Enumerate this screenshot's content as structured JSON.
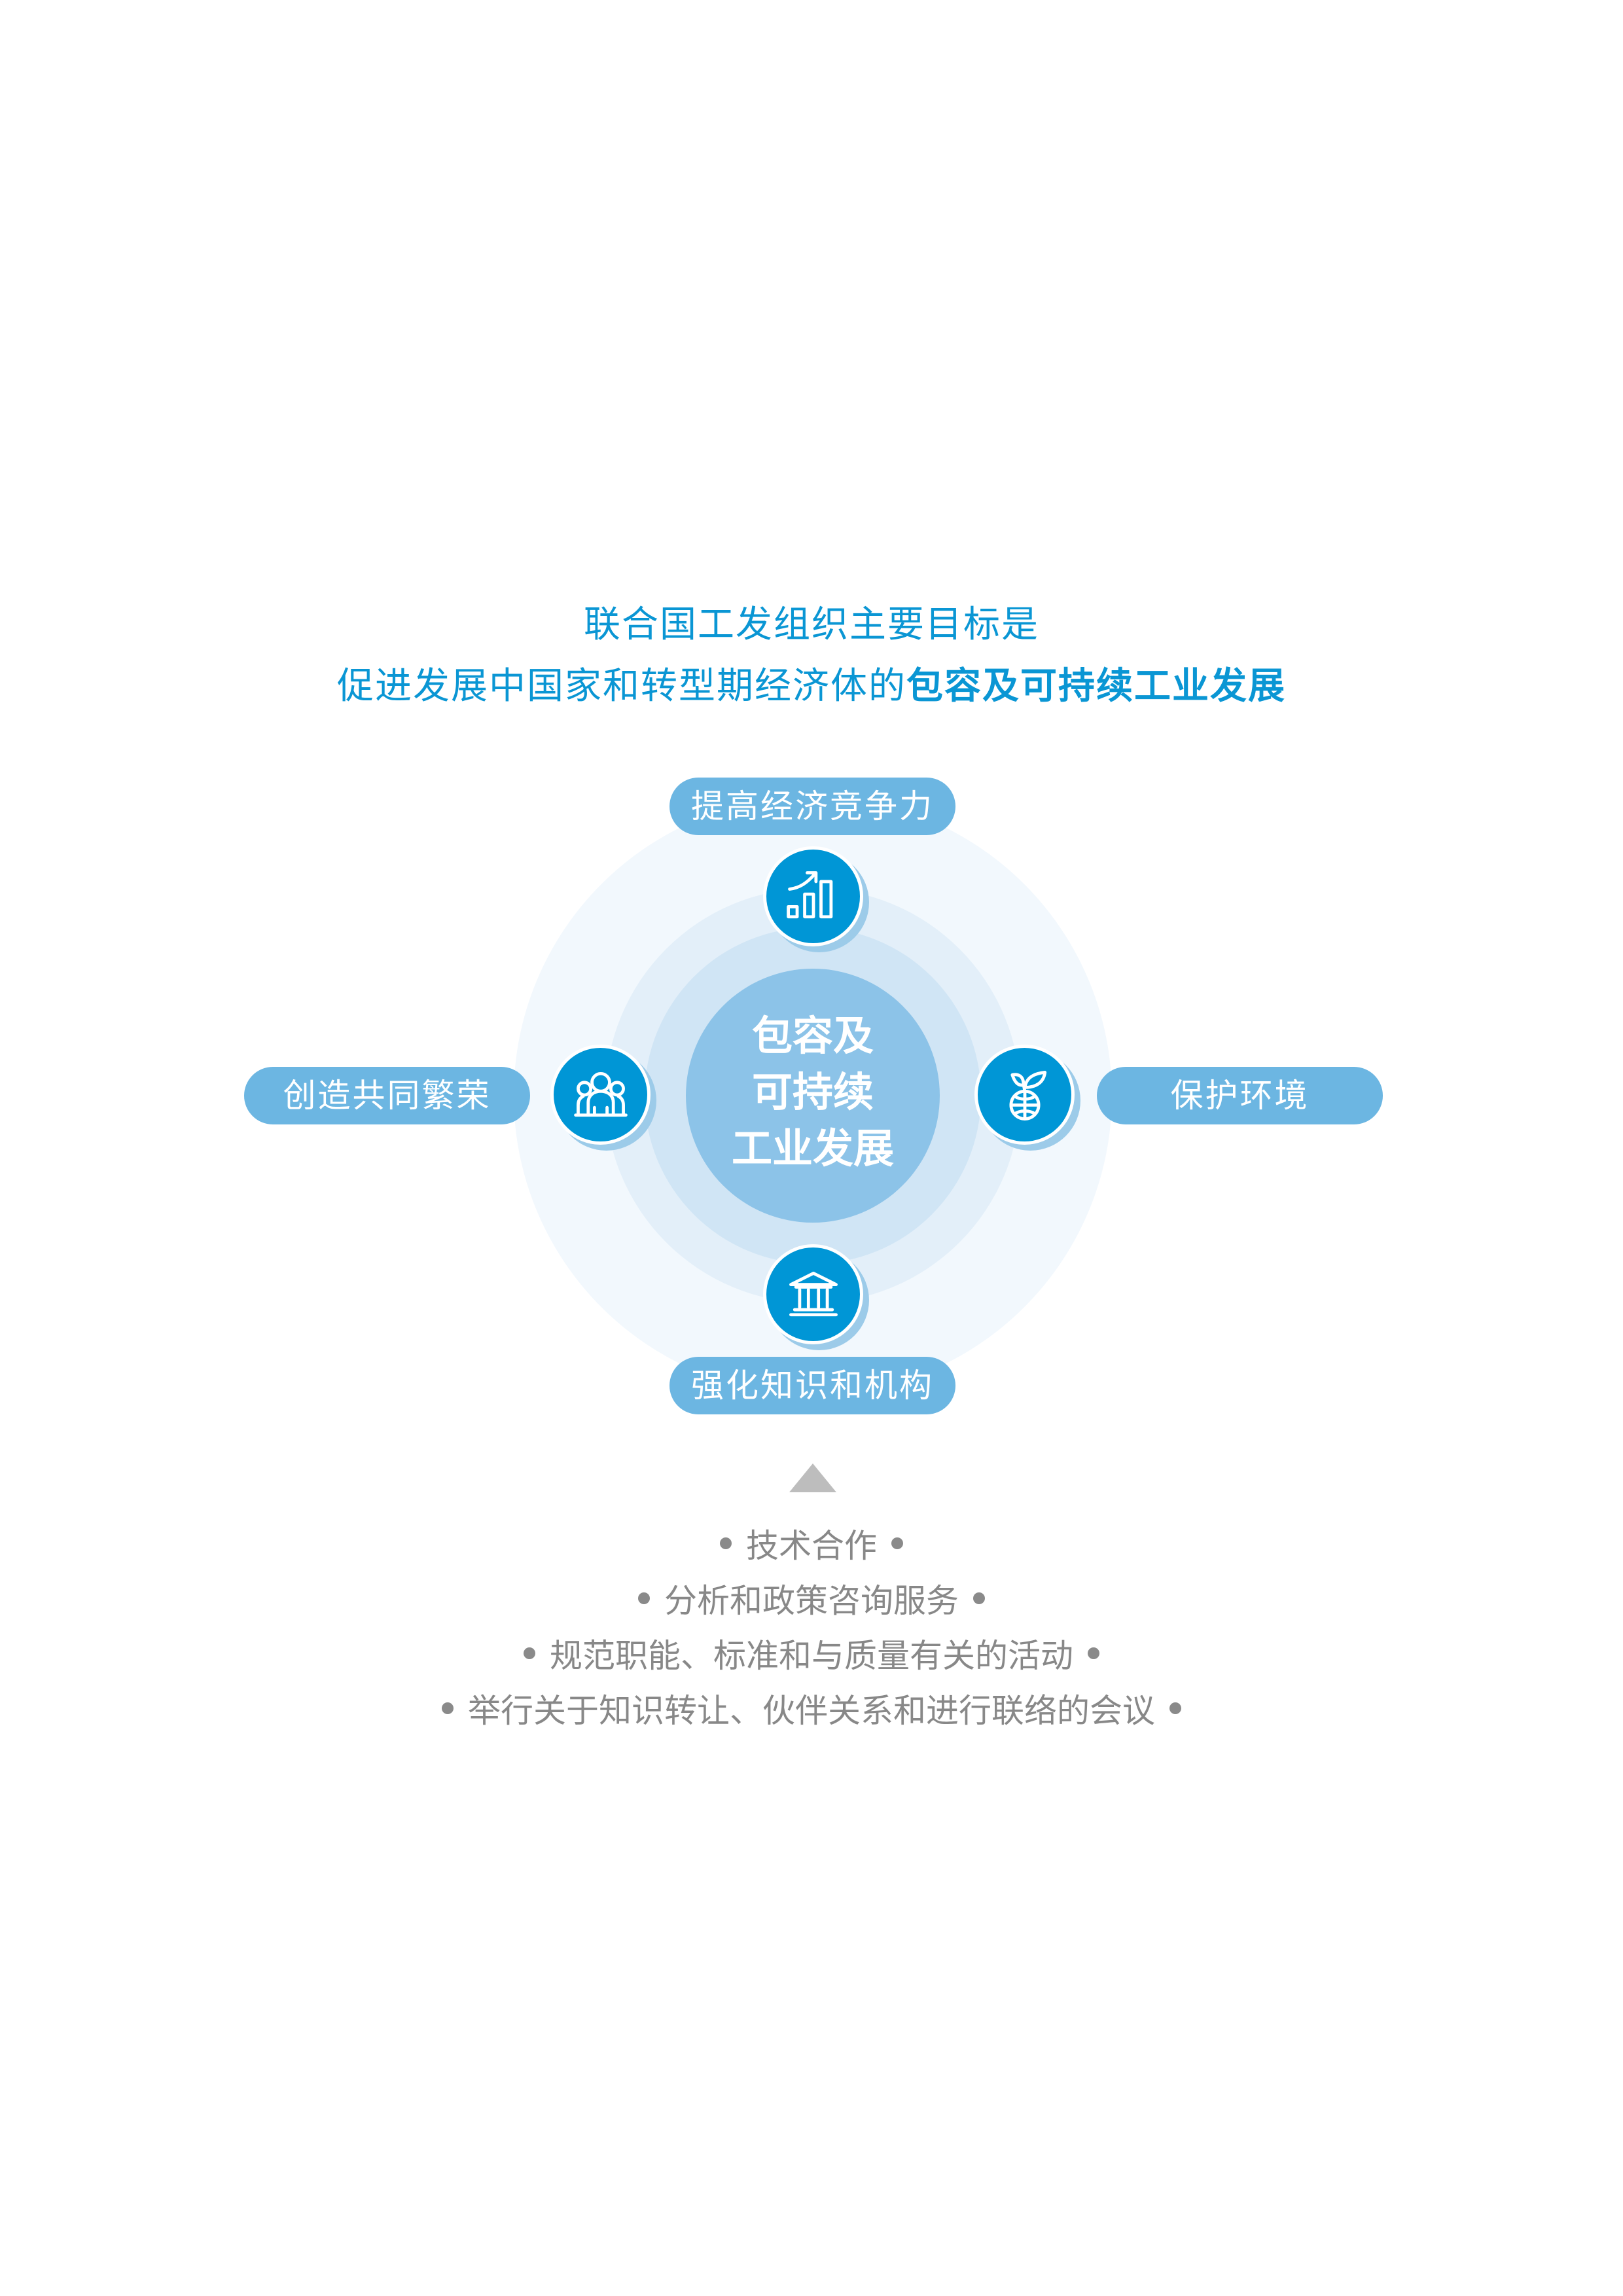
{
  "title": {
    "line1": "联合国工发组织主要目标是",
    "line2_prefix": "促进发展中国家和转型期经济体的",
    "line2_emphasis": "包容及可持续工业发展"
  },
  "core": {
    "lines": [
      "包容及",
      "可持续",
      "工业发展"
    ]
  },
  "goals": {
    "top": {
      "label": "提高经济竞争力",
      "icon": "growth-chart-icon"
    },
    "left": {
      "label": "创造共同繁荣",
      "icon": "people-group-icon"
    },
    "right": {
      "label": "保护环境",
      "icon": "globe-sprout-icon"
    },
    "bottom": {
      "label": "强化知识和机构",
      "icon": "institution-building-icon"
    }
  },
  "activities": [
    "技术合作",
    "分析和政策咨询服务",
    "规范职能、标准和与质量有关的活动",
    "举行关于知识转让、伙伴关系和进行联络的会议"
  ],
  "colors": {
    "title": "#0a96d4",
    "pill": "#6cb6e2",
    "icon_disc": "#0096d6",
    "core": "#8cc3e8",
    "ring_outer": "#f2f8fd",
    "ring_middle": "#e3eff9",
    "ring_inner": "#d0e5f5",
    "activity_text": "#888888",
    "arrow": "#bdbdbd"
  }
}
